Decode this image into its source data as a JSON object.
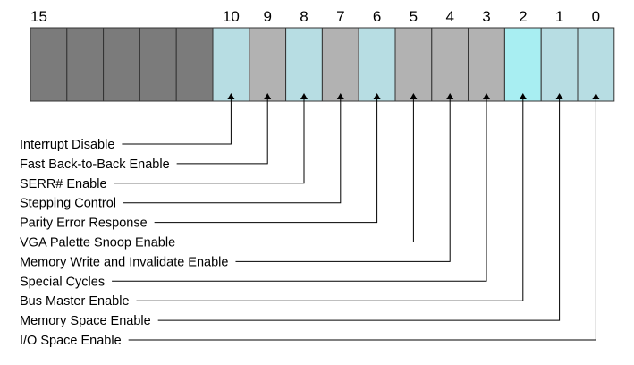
{
  "register": {
    "high_bit_label": "15",
    "reserved_cell_count": 5,
    "bits": [
      {
        "number": "10",
        "label": "Interrupt Disable",
        "color": "#b7dde3"
      },
      {
        "number": "9",
        "label": "Fast Back-to-Back Enable",
        "color": "#b2b2b2"
      },
      {
        "number": "8",
        "label": "SERR# Enable",
        "color": "#b7dde3"
      },
      {
        "number": "7",
        "label": "Stepping Control",
        "color": "#b2b2b2"
      },
      {
        "number": "6",
        "label": "Parity Error Response",
        "color": "#b7dde3"
      },
      {
        "number": "5",
        "label": "VGA Palette Snoop Enable",
        "color": "#b2b2b2"
      },
      {
        "number": "4",
        "label": "Memory Write and Invalidate Enable",
        "color": "#b2b2b2"
      },
      {
        "number": "3",
        "label": "Special Cycles",
        "color": "#b2b2b2"
      },
      {
        "number": "2",
        "label": "Bus Master Enable",
        "color": "#a8eef2"
      },
      {
        "number": "1",
        "label": "Memory Space Enable",
        "color": "#b7dde3"
      },
      {
        "number": "0",
        "label": "I/O Space Enable",
        "color": "#b7dde3"
      }
    ]
  },
  "colors": {
    "reserved": "#7b7b7b",
    "border": "#333333",
    "line": "#000000"
  }
}
